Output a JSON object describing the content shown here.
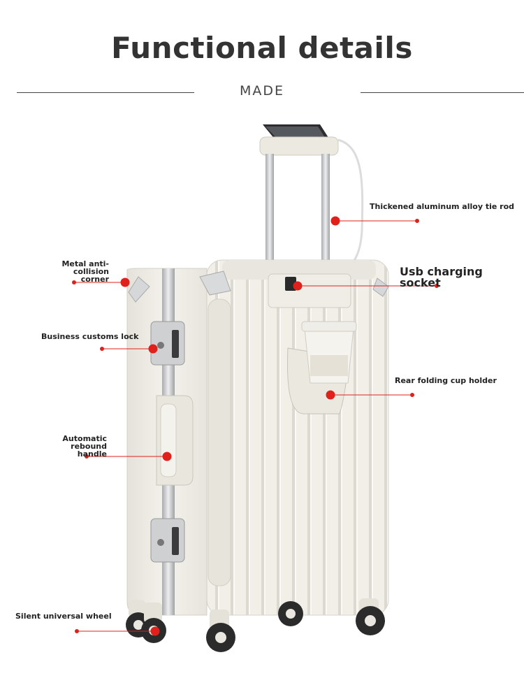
{
  "header": {
    "title": "Functional details",
    "subtitle": "MADE"
  },
  "callouts": {
    "tie_rod": "Thickened aluminum alloy tie rod",
    "usb_socket": "Usb charging socket",
    "cup_holder": "Rear folding cup holder",
    "corner_line1": "Metal anti-collision",
    "corner_line2": "corner",
    "customs_lock": "Business customs lock",
    "handle_line1": "Automatic rebound",
    "handle_line2": "handle",
    "wheel": "Silent universal wheel"
  },
  "colors": {
    "marker_red": "#e0201b",
    "suitcase_shell": "#efede6",
    "aluminum": "#c8c9cb",
    "wheel_dark": "#2b2b2b"
  }
}
